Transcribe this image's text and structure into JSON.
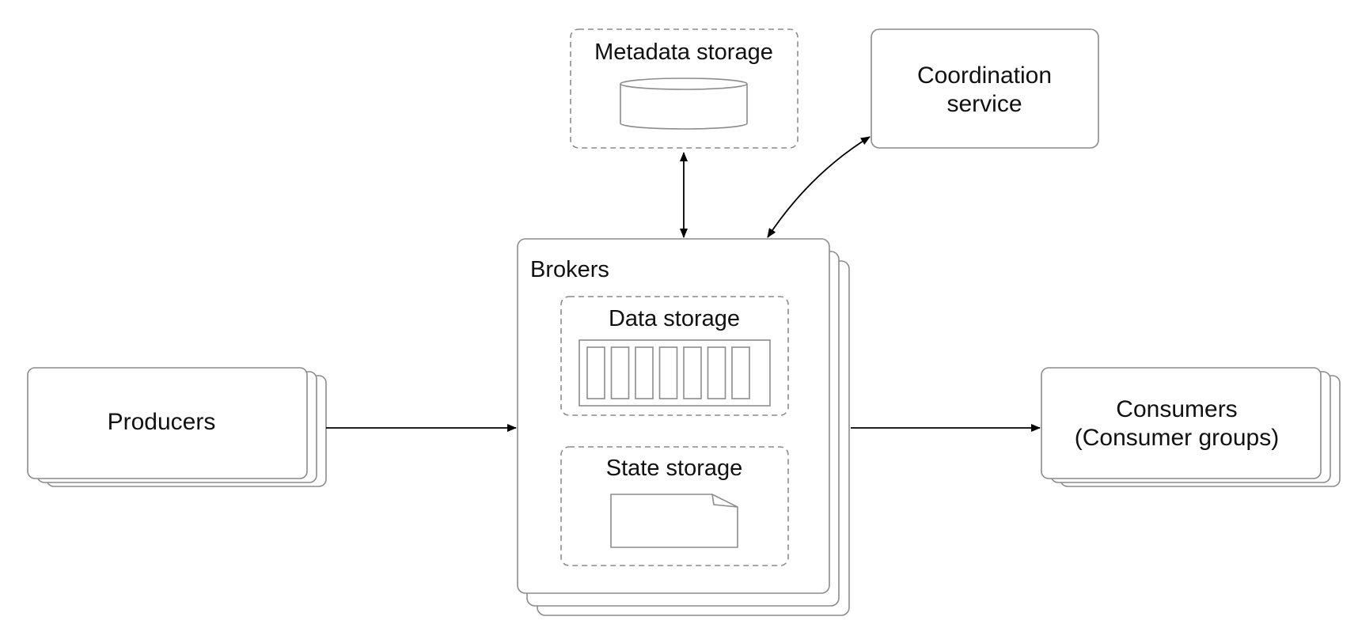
{
  "diagram": {
    "metadata_storage": {
      "label": "Metadata storage"
    },
    "coordination_service": {
      "line1": "Coordination",
      "line2": "service"
    },
    "brokers": {
      "label": "Brokers",
      "data_storage": {
        "label": "Data storage",
        "segment_count": 7
      },
      "state_storage": {
        "label": "State storage"
      }
    },
    "producers": {
      "label": "Producers"
    },
    "consumers": {
      "line1": "Consumers",
      "line2": "(Consumer groups)"
    }
  },
  "colors": {
    "border": "#8c8c8c",
    "arrow": "#000000",
    "text": "#111111",
    "background": "#ffffff"
  }
}
